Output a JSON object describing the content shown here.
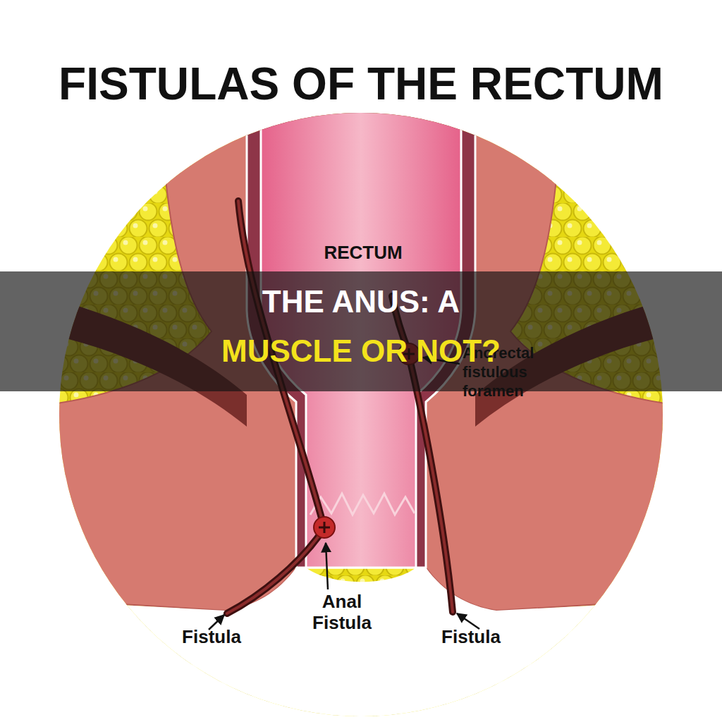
{
  "diagram": {
    "title": "FISTULAS OF THE RECTUM",
    "caption": "THE ANUS: A MUSCLE OR NOT?",
    "labels": [
      "RECTUM",
      "Anorectal fistulous foramen",
      "Anal Fistula",
      "Fistula",
      "Fistula"
    ]
  }
}
